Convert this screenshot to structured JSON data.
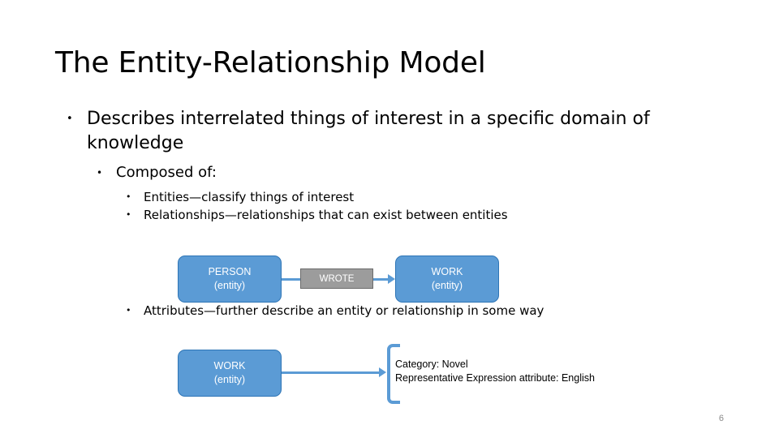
{
  "slide": {
    "title": "The Entity-Relationship Model",
    "page_number": "6",
    "bullet_marker": "•"
  },
  "content": {
    "level1": "Describes interrelated things of interest in a specific domain of knowledge",
    "level2": "Composed of:",
    "level3": [
      "Entities—classify things of interest",
      "Relationships—relationships that can exist between entities",
      "Attributes—further describe an entity or relationship in some way"
    ]
  },
  "diagram_top": {
    "entity_left": {
      "name": "PERSON",
      "kind": "(entity)"
    },
    "relationship": {
      "name": "WROTE"
    },
    "entity_right": {
      "name": "WORK",
      "kind": "(entity)"
    }
  },
  "diagram_bottom": {
    "entity": {
      "name": "WORK",
      "kind": "(entity)"
    },
    "attributes": [
      "Category: Novel",
      "Representative Expression attribute: English"
    ]
  },
  "colors": {
    "entity_fill": "#5B9BD5",
    "entity_border": "#2E75B6",
    "relationship_fill": "#9C9C9C",
    "relationship_border": "#6B6B6B",
    "connector": "#5B9BD5",
    "page_number": "#8a8a8a",
    "text": "#000000",
    "background": "#ffffff"
  }
}
